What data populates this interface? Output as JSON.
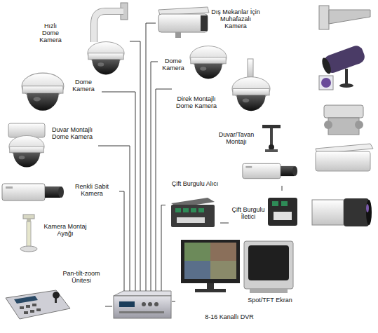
{
  "diagram": {
    "nodes": [
      {
        "text": [
          "Hızlı Dome Kamera"
        ]
      },
      {
        "text": [
          "Dış Mekanlar İçin Muhafazalı Kamera"
        ]
      },
      {
        "text": [
          "Dome Kamera"
        ]
      },
      {
        "text": [
          "Dome Kamera"
        ]
      },
      {
        "text": [
          "Direk Montajlı Dome Kamera"
        ]
      },
      {
        "text": [
          "Duvar Montajlı Dome Kamera"
        ]
      },
      {
        "text": [
          "Duvar/Tavan Montajı"
        ]
      },
      {
        "text": [
          "Renkli Sabit Kamera"
        ]
      },
      {
        "text": [
          "Çift Burgulu Alıcı"
        ]
      },
      {
        "text": [
          "Çift Burgulu İletici"
        ]
      },
      {
        "text": [
          "Kamera Montaj Ayağı"
        ]
      },
      {
        "text": [
          "Pan-tilt-zoom Ünitesi"
        ]
      },
      {
        "text": [
          "Spot/TFT Ekran"
        ]
      },
      {
        "text": [
          "8-16 Kanallı DVR"
        ]
      }
    ],
    "edges": [
      {
        "from": 0,
        "to": 13,
        "arrow": "none"
      },
      {
        "from": 2,
        "to": 13,
        "arrow": "none"
      },
      {
        "from": 5,
        "to": 13,
        "arrow": "none"
      },
      {
        "from": 7,
        "to": 13,
        "arrow": "none"
      },
      {
        "from": 11,
        "to": 13,
        "arrow": "none"
      },
      {
        "from": 1,
        "to": 13,
        "arrow": "none"
      },
      {
        "from": 3,
        "to": 13,
        "arrow": "none"
      },
      {
        "from": 4,
        "to": 13,
        "arrow": "none"
      },
      {
        "from": 6,
        "to": 9,
        "arrow": "none"
      },
      {
        "from": 9,
        "to": 8,
        "arrow": "none"
      },
      {
        "from": 8,
        "to": 13,
        "arrow": "none"
      },
      {
        "from": 13,
        "to": 12,
        "arrow": "none"
      }
    ]
  }
}
